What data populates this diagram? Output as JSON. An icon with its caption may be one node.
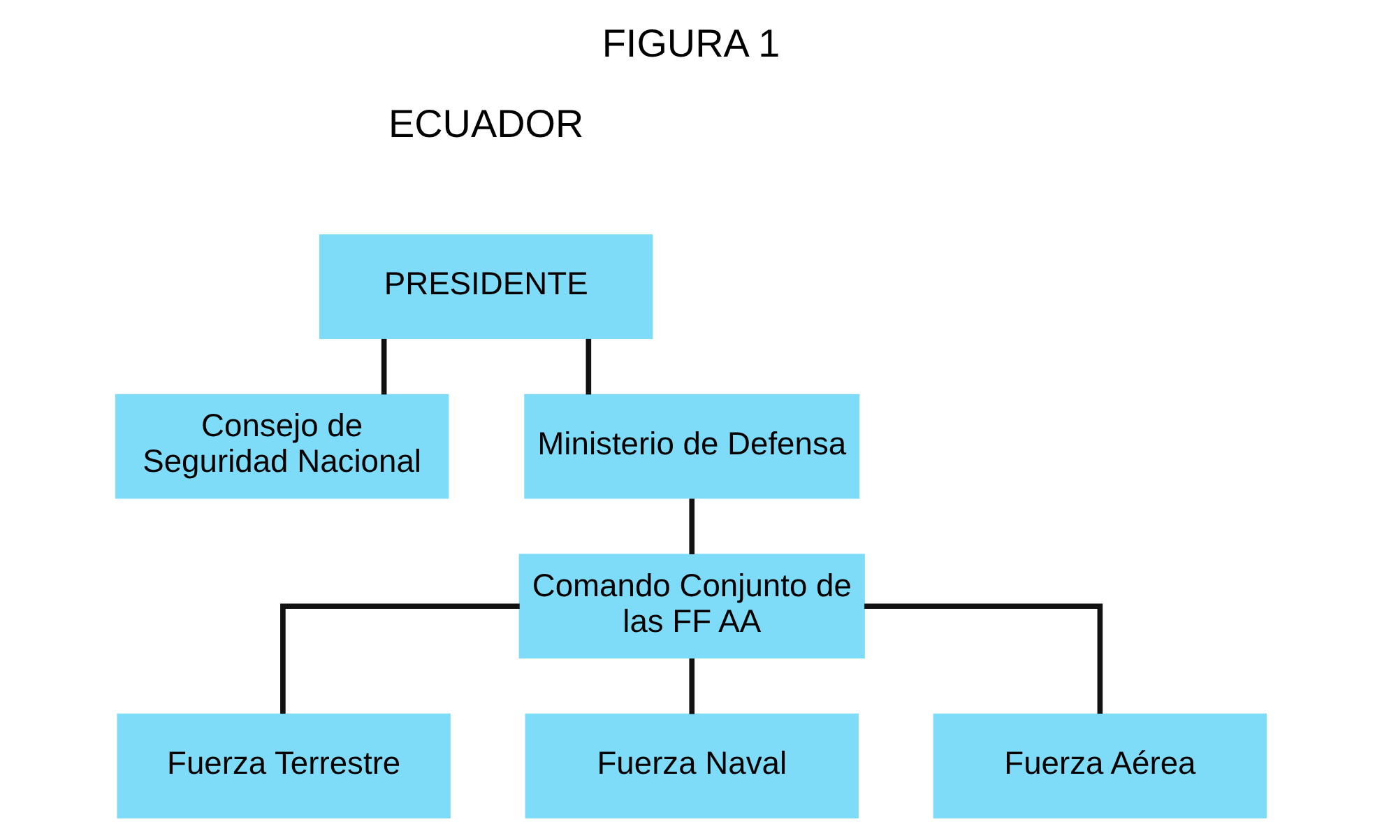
{
  "diagram": {
    "title": "FIGURA 1",
    "nodes": [
      {
        "text": [
          "PRESIDENTE"
        ]
      },
      {
        "text": [
          "Consejo de Seguridad Nacional"
        ]
      },
      {
        "text": [
          "Ministerio de Defensa"
        ]
      },
      {
        "text": [
          "Comando Conjunto de las FF AA"
        ]
      },
      {
        "text": [
          "Fuerza Terrestre"
        ]
      },
      {
        "text": [
          "Fuerza Naval"
        ]
      },
      {
        "text": [
          "Fuerza Aérea"
        ]
      }
    ],
    "edges": [
      {
        "from": 0,
        "to": 2,
        "arrow": "none"
      },
      {
        "from": 0,
        "to": 1,
        "arrow": "none"
      },
      {
        "from": 2,
        "to": 3,
        "arrow": "none"
      },
      {
        "from": 3,
        "to": 4,
        "arrow": "none"
      },
      {
        "from": 3,
        "to": 5,
        "arrow": "none"
      },
      {
        "from": 3,
        "to": 6,
        "arrow": "none"
      }
    ],
    "labels": [
      "ECUADOR"
    ]
  }
}
